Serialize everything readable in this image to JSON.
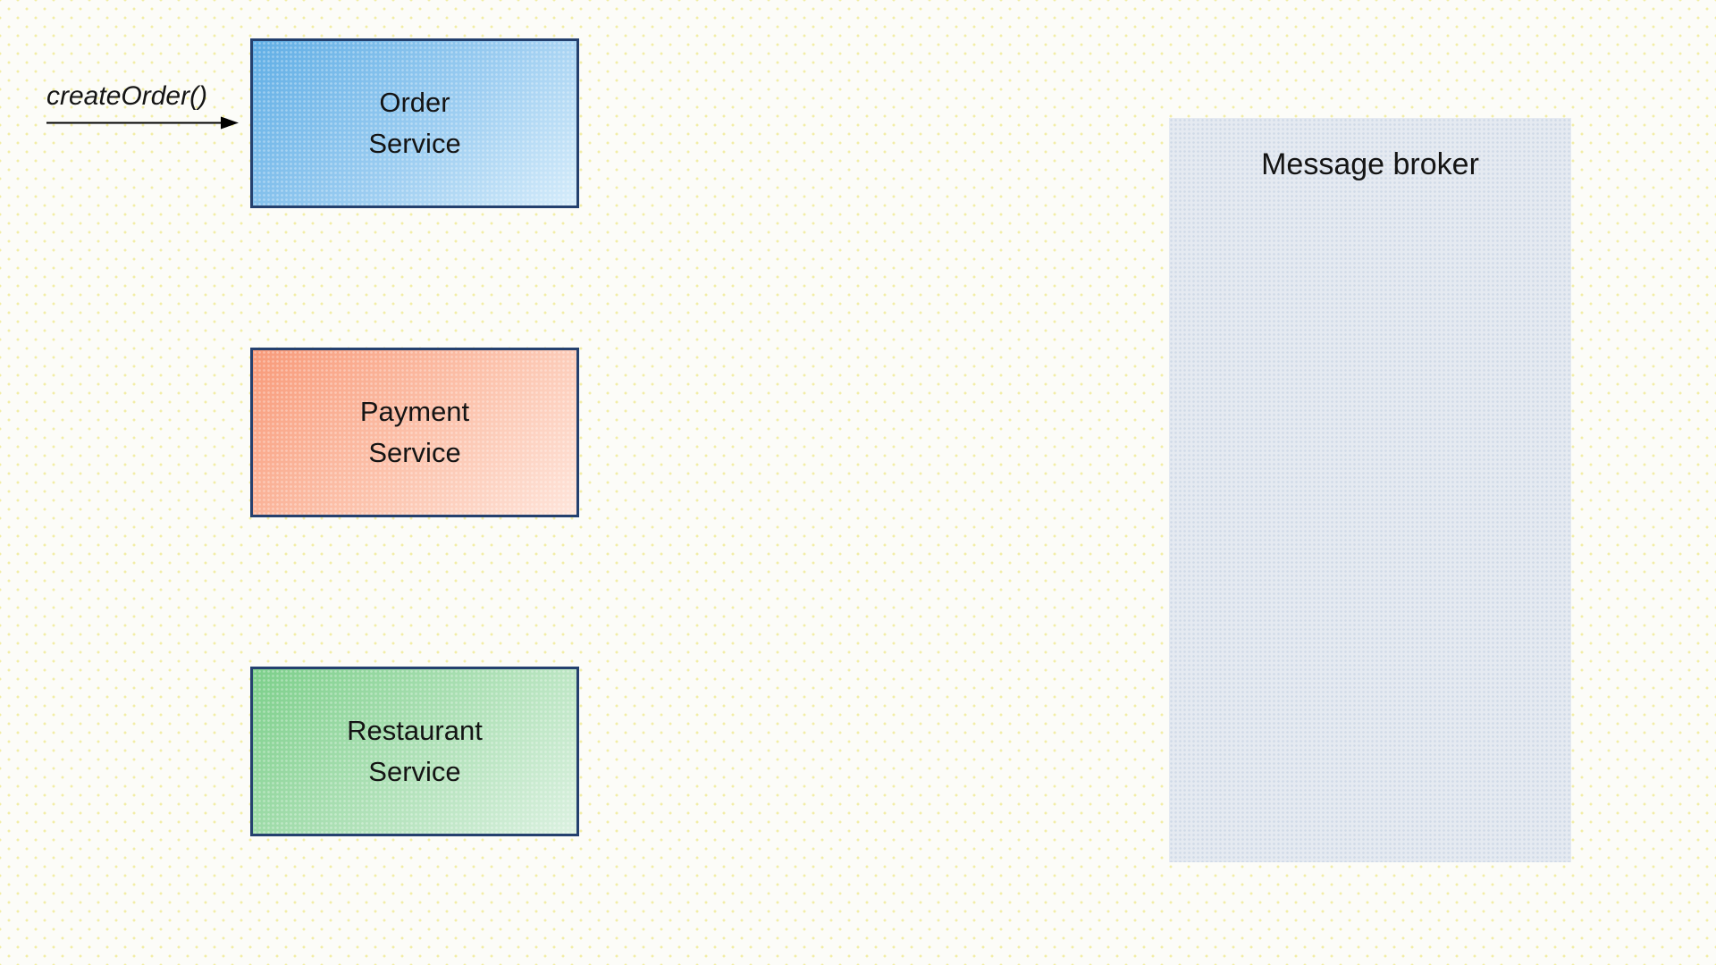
{
  "diagram": {
    "annotation": {
      "label": "createOrder()"
    },
    "services": [
      {
        "name": "Order Service",
        "label": "Order\nService",
        "fill_from": "#60aee5",
        "fill_to": "#d6ecfa",
        "border": "#24406e"
      },
      {
        "name": "Payment Service",
        "label": "Payment\nService",
        "fill_from": "#f89a79",
        "fill_to": "#fee5db",
        "border": "#24406e"
      },
      {
        "name": "Restaurant Service",
        "label": "Restaurant\nService",
        "fill_from": "#7ccf8a",
        "fill_to": "#dcf1e1",
        "border": "#24406e"
      }
    ],
    "broker": {
      "label": "Message broker",
      "fill": "#e5eaf1"
    },
    "canvas": {
      "background": "#fcfcf8",
      "dot_color": "#f2eda6",
      "arrow_color": "#000000",
      "text_color": "#141414"
    }
  }
}
